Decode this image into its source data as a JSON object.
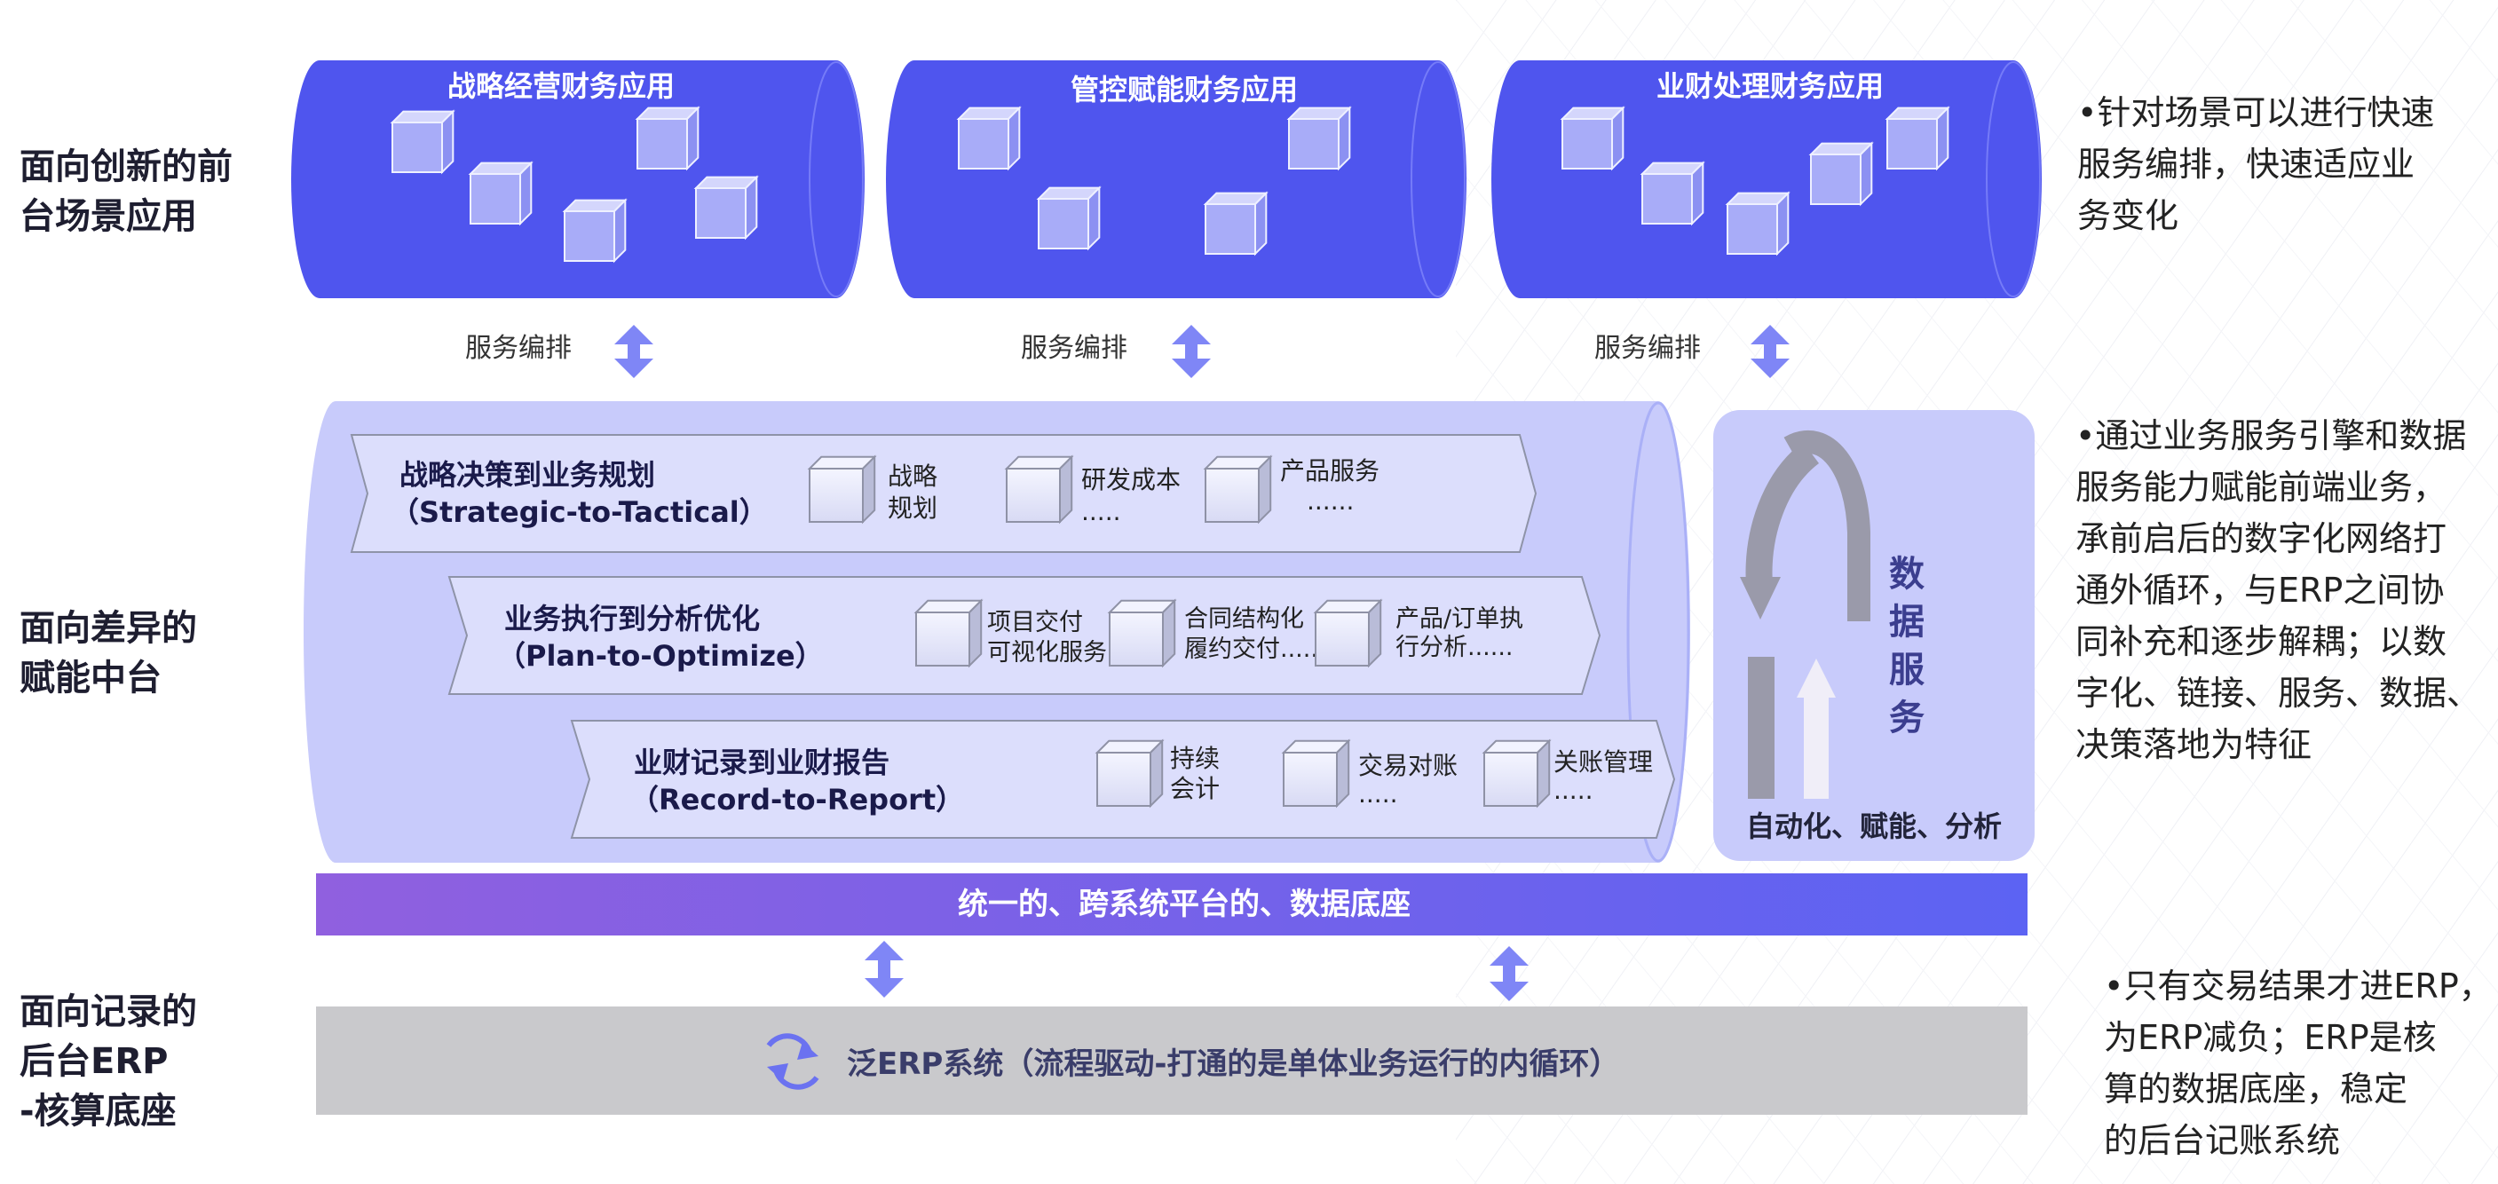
{
  "labels": {
    "front": "面向创新的前\n台场景应用",
    "middle": "面向差异的\n赋能中台",
    "back": "面向记录的\n后台ERP\n-核算底座"
  },
  "top_cylinders": [
    {
      "title": "战略经营财务应用",
      "orch": "服务编排"
    },
    {
      "title": "管控赋能财务应用",
      "orch": "服务编排"
    },
    {
      "title": "业财处理财务应用",
      "orch": "服务编排"
    }
  ],
  "processes": [
    {
      "title": "战略决策到业务规划",
      "subtitle": "（Strategic-to-Tactical）",
      "items": [
        [
          "战略",
          "规划"
        ],
        [
          "研发成本",
          "....."
        ],
        [
          "产品服务",
          "......"
        ]
      ]
    },
    {
      "title": "业务执行到分析优化",
      "subtitle": "（Plan-to-Optimize）",
      "items": [
        [
          "项目交付",
          "可视化服务"
        ],
        [
          "合同结构化",
          "履约交付......"
        ],
        [
          "产品/订单执",
          "行分析......"
        ]
      ]
    },
    {
      "title": "业财记录到业财报告",
      "subtitle": "（Record-to-Report）",
      "items": [
        [
          "持续",
          "会计"
        ],
        [
          "交易对账",
          "....."
        ],
        [
          "关账管理",
          "....."
        ]
      ]
    }
  ],
  "data_service": {
    "title_chars": [
      "数",
      "据",
      "服",
      "务"
    ],
    "footer": "自动化、赋能、分析"
  },
  "platform_bar": "统一的、跨系统平台的、数据底座",
  "erp_bar": "泛ERP系统（流程驱动-打通的是单体业务运行的内循环）",
  "notes": {
    "front": "•针对场景可以进行快速\n  服务编排，快速适应业\n  务变化",
    "middle": "•通过业务服务引擎和数据\n  服务能力赋能前端业务，\n  承前启后的数字化网络打\n  通外循环，与ERP之间协\n  同补充和逐步解耦；以数\n  字化、链接、服务、数据、\n  决策落地为特征",
    "back": "•只有交易结果才进ERP，\n  为ERP减负；ERP是核\n  算的数据底座，稳定\n  的后台记账系统"
  },
  "colors": {
    "cylinder": "#4f55ee",
    "middle_fill": "#c8cbfb",
    "band_fill": "#dcdefc",
    "platform_start": "#8f5fe0",
    "platform_end": "#5b63f2",
    "erp_fill": "#c9c9cc",
    "arrow": "#7f86f6"
  }
}
